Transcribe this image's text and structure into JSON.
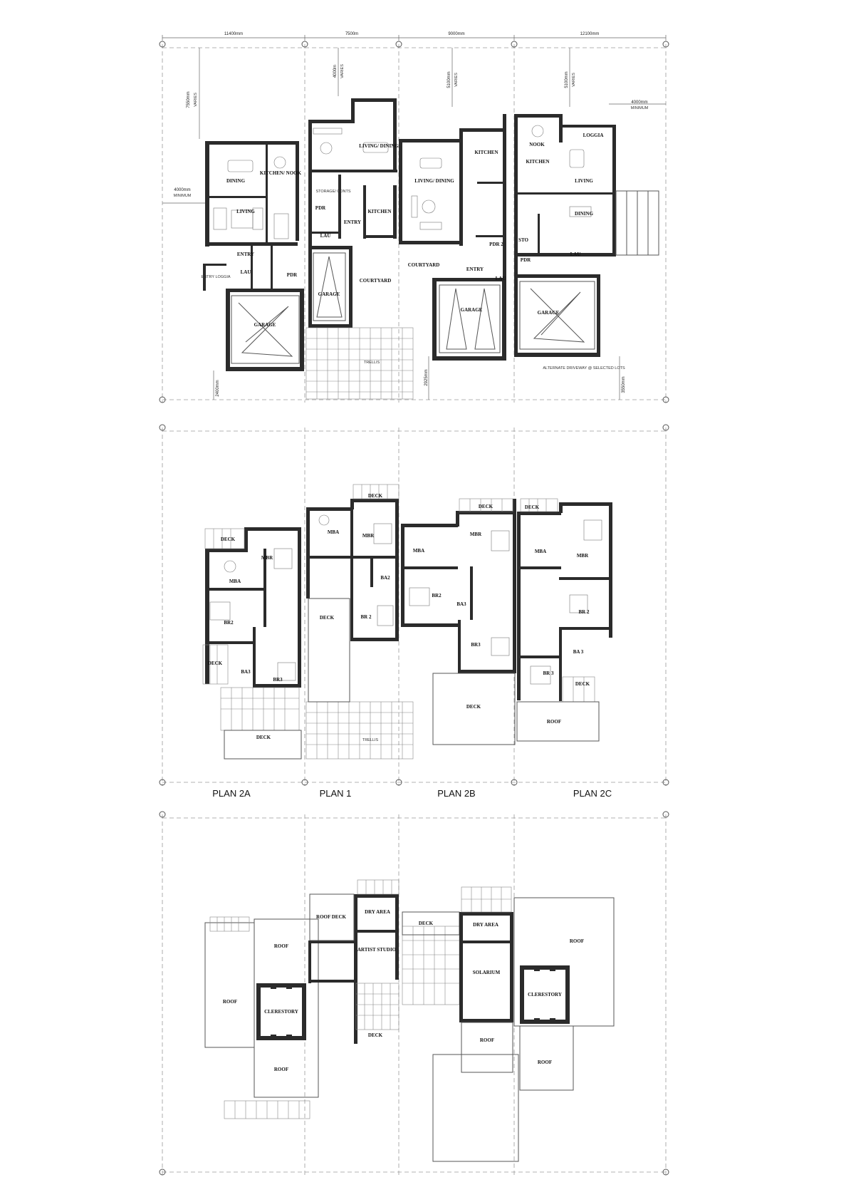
{
  "dimensions": {
    "top": [
      "11400mm",
      "7500m",
      "9000mm",
      "12100mm"
    ],
    "left_setback": "7550mm",
    "left_setback_note": "VARIES",
    "plan1_setback": "4000m",
    "plan1_setback_note": "VARIES",
    "plan2b_setback": "5100mm",
    "plan2b_setback_note": "VARIES",
    "plan2c_setback": "5100mm",
    "plan2c_setback_note": "VARIES",
    "right_min": "4000mm",
    "right_min_note": "MINIMUM",
    "left_min": "4000mm",
    "left_min_note": "MINIMUM",
    "bottom_2a": "2400mm",
    "bottom_2b": "2925mm",
    "bottom_2c": "3550mm"
  },
  "ground": {
    "dining_2a": "DINING",
    "kitchen_nook_2a": "KITCHEN/ NOOK",
    "living_2a": "LIVING",
    "entry_2a": "ENTRY",
    "entry_loggia_2a": "ENTRY LOGGIA",
    "lau_2a": "LAU",
    "pdr_2a": "PDR",
    "garage_2a": "GARAGE",
    "living_dining_1": "LIVING/ DINING",
    "storage_1": "STORAGE/ CONTS",
    "pdr_1": "PDR",
    "entry_1": "ENTRY",
    "kitchen_1": "KITCHEN",
    "lau_1": "LAU",
    "garage_1": "GARAGE",
    "courtyard_1": "COURTYARD",
    "living_dining_2b": "LIVING/ DINING",
    "kitchen_2b": "KITCHEN",
    "courtyard_2b": "COURTYARD",
    "pdr2_2b": "PDR 2",
    "entry_2b": "ENTRY",
    "lau_2b": "LAU",
    "garage_2b": "GARAGE",
    "nook_2c": "NOOK",
    "kitchen_2c": "KITCHEN",
    "loggia_2c": "LOGGIA",
    "living_2c": "LIVING",
    "dining_2c": "DINING",
    "sto_2c": "STO",
    "pdr_2c": "PDR",
    "lau_2c": "LAU",
    "garage_2c": "GARAGE",
    "trellis": "TRELLIS",
    "alternate": "ALTERNATE DRIVEWAY @ SELECTED LOTS"
  },
  "upper": {
    "deck_2a": "DECK",
    "mbr_2a": "MBR",
    "mba_2a": "MBA",
    "br2_2a": "BR2",
    "deck2_2a": "DECK",
    "ba3_2a": "BA3",
    "br3_2a": "BR3",
    "deck3_2a": "DECK",
    "mba_1": "MBA",
    "mbr_1": "MBR",
    "deck_1": "DECK",
    "ba2_1": "BA2",
    "deck2_1": "DECK",
    "br2_1": "BR 2",
    "trellis": "TRELLIS",
    "mba_2b": "MBA",
    "mbr_2b": "MBR",
    "deck_2b": "DECK",
    "br2_2b": "BR2",
    "ba3_2b": "BA3",
    "br3_2b": "BR3",
    "deck2_2b": "DECK",
    "deck_2c": "DECK",
    "mba_2c": "MBA",
    "mbr_2c": "MBR",
    "br2_2c": "BR 2",
    "ba3_2c": "BA 3",
    "br3_2c": "BR 3",
    "deck2_2c": "DECK",
    "roof_2c": "ROOF"
  },
  "plans": {
    "p2a": "PLAN 2A",
    "p1": "PLAN 1",
    "p2b": "PLAN 2B",
    "p2c": "PLAN 2C"
  },
  "roof": {
    "roof_2a_top": "ROOF",
    "roof_2a_left": "ROOF",
    "clerestory_2a": "CLERESTORY",
    "roof_2a_bottom": "ROOF",
    "roof_deck_1": "ROOF DECK",
    "dry_area_1": "DRY AREA",
    "artist_studio_1": "ARTIST STUDIO",
    "deck_1": "DECK",
    "deck_2b": "DECK",
    "dry_area_2b": "DRY AREA",
    "solarium_2b": "SOLARIUM",
    "roof_2b": "ROOF",
    "clerestory_2c": "CLERESTORY",
    "roof_2c_top": "ROOF",
    "roof_2c_bottom": "ROOF"
  }
}
